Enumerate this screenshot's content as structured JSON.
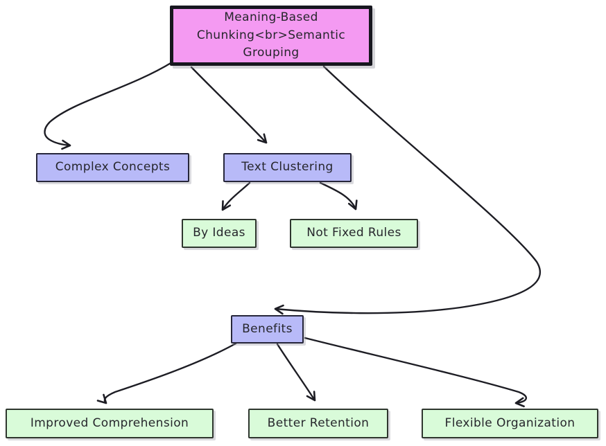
{
  "diagram": {
    "type": "flowchart",
    "nodes": {
      "root": {
        "label": "Meaning-Based Chunking<br>Semantic Grouping",
        "fill": "#f49af2"
      },
      "complex_concepts": {
        "label": "Complex Concepts",
        "fill": "#b8baf8"
      },
      "text_clustering": {
        "label": "Text Clustering",
        "fill": "#b8baf8"
      },
      "by_ideas": {
        "label": "By Ideas",
        "fill": "#d9fbd9"
      },
      "not_fixed_rules": {
        "label": "Not Fixed Rules",
        "fill": "#d9fbd9"
      },
      "benefits": {
        "label": "Benefits",
        "fill": "#b8baf8"
      },
      "improved_comprehension": {
        "label": "Improved Comprehension",
        "fill": "#d9fbd9"
      },
      "better_retention": {
        "label": "Better Retention",
        "fill": "#d9fbd9"
      },
      "flexible_organization": {
        "label": "Flexible Organization",
        "fill": "#d9fbd9"
      }
    },
    "edges": [
      {
        "from": "root",
        "to": "complex_concepts"
      },
      {
        "from": "root",
        "to": "text_clustering"
      },
      {
        "from": "root",
        "to": "benefits"
      },
      {
        "from": "text_clustering",
        "to": "by_ideas"
      },
      {
        "from": "text_clustering",
        "to": "not_fixed_rules"
      },
      {
        "from": "benefits",
        "to": "improved_comprehension"
      },
      {
        "from": "benefits",
        "to": "better_retention"
      },
      {
        "from": "benefits",
        "to": "flexible_organization"
      }
    ]
  },
  "colors": {
    "root-fill": "#f49af2",
    "root-border": "#17171f",
    "branch-fill": "#b8baf8",
    "branch-border": "#26263a",
    "leaf-fill": "#d9fbd9",
    "leaf-border": "#2e362e",
    "stroke": "#1d1d24",
    "text": "#26262c"
  }
}
